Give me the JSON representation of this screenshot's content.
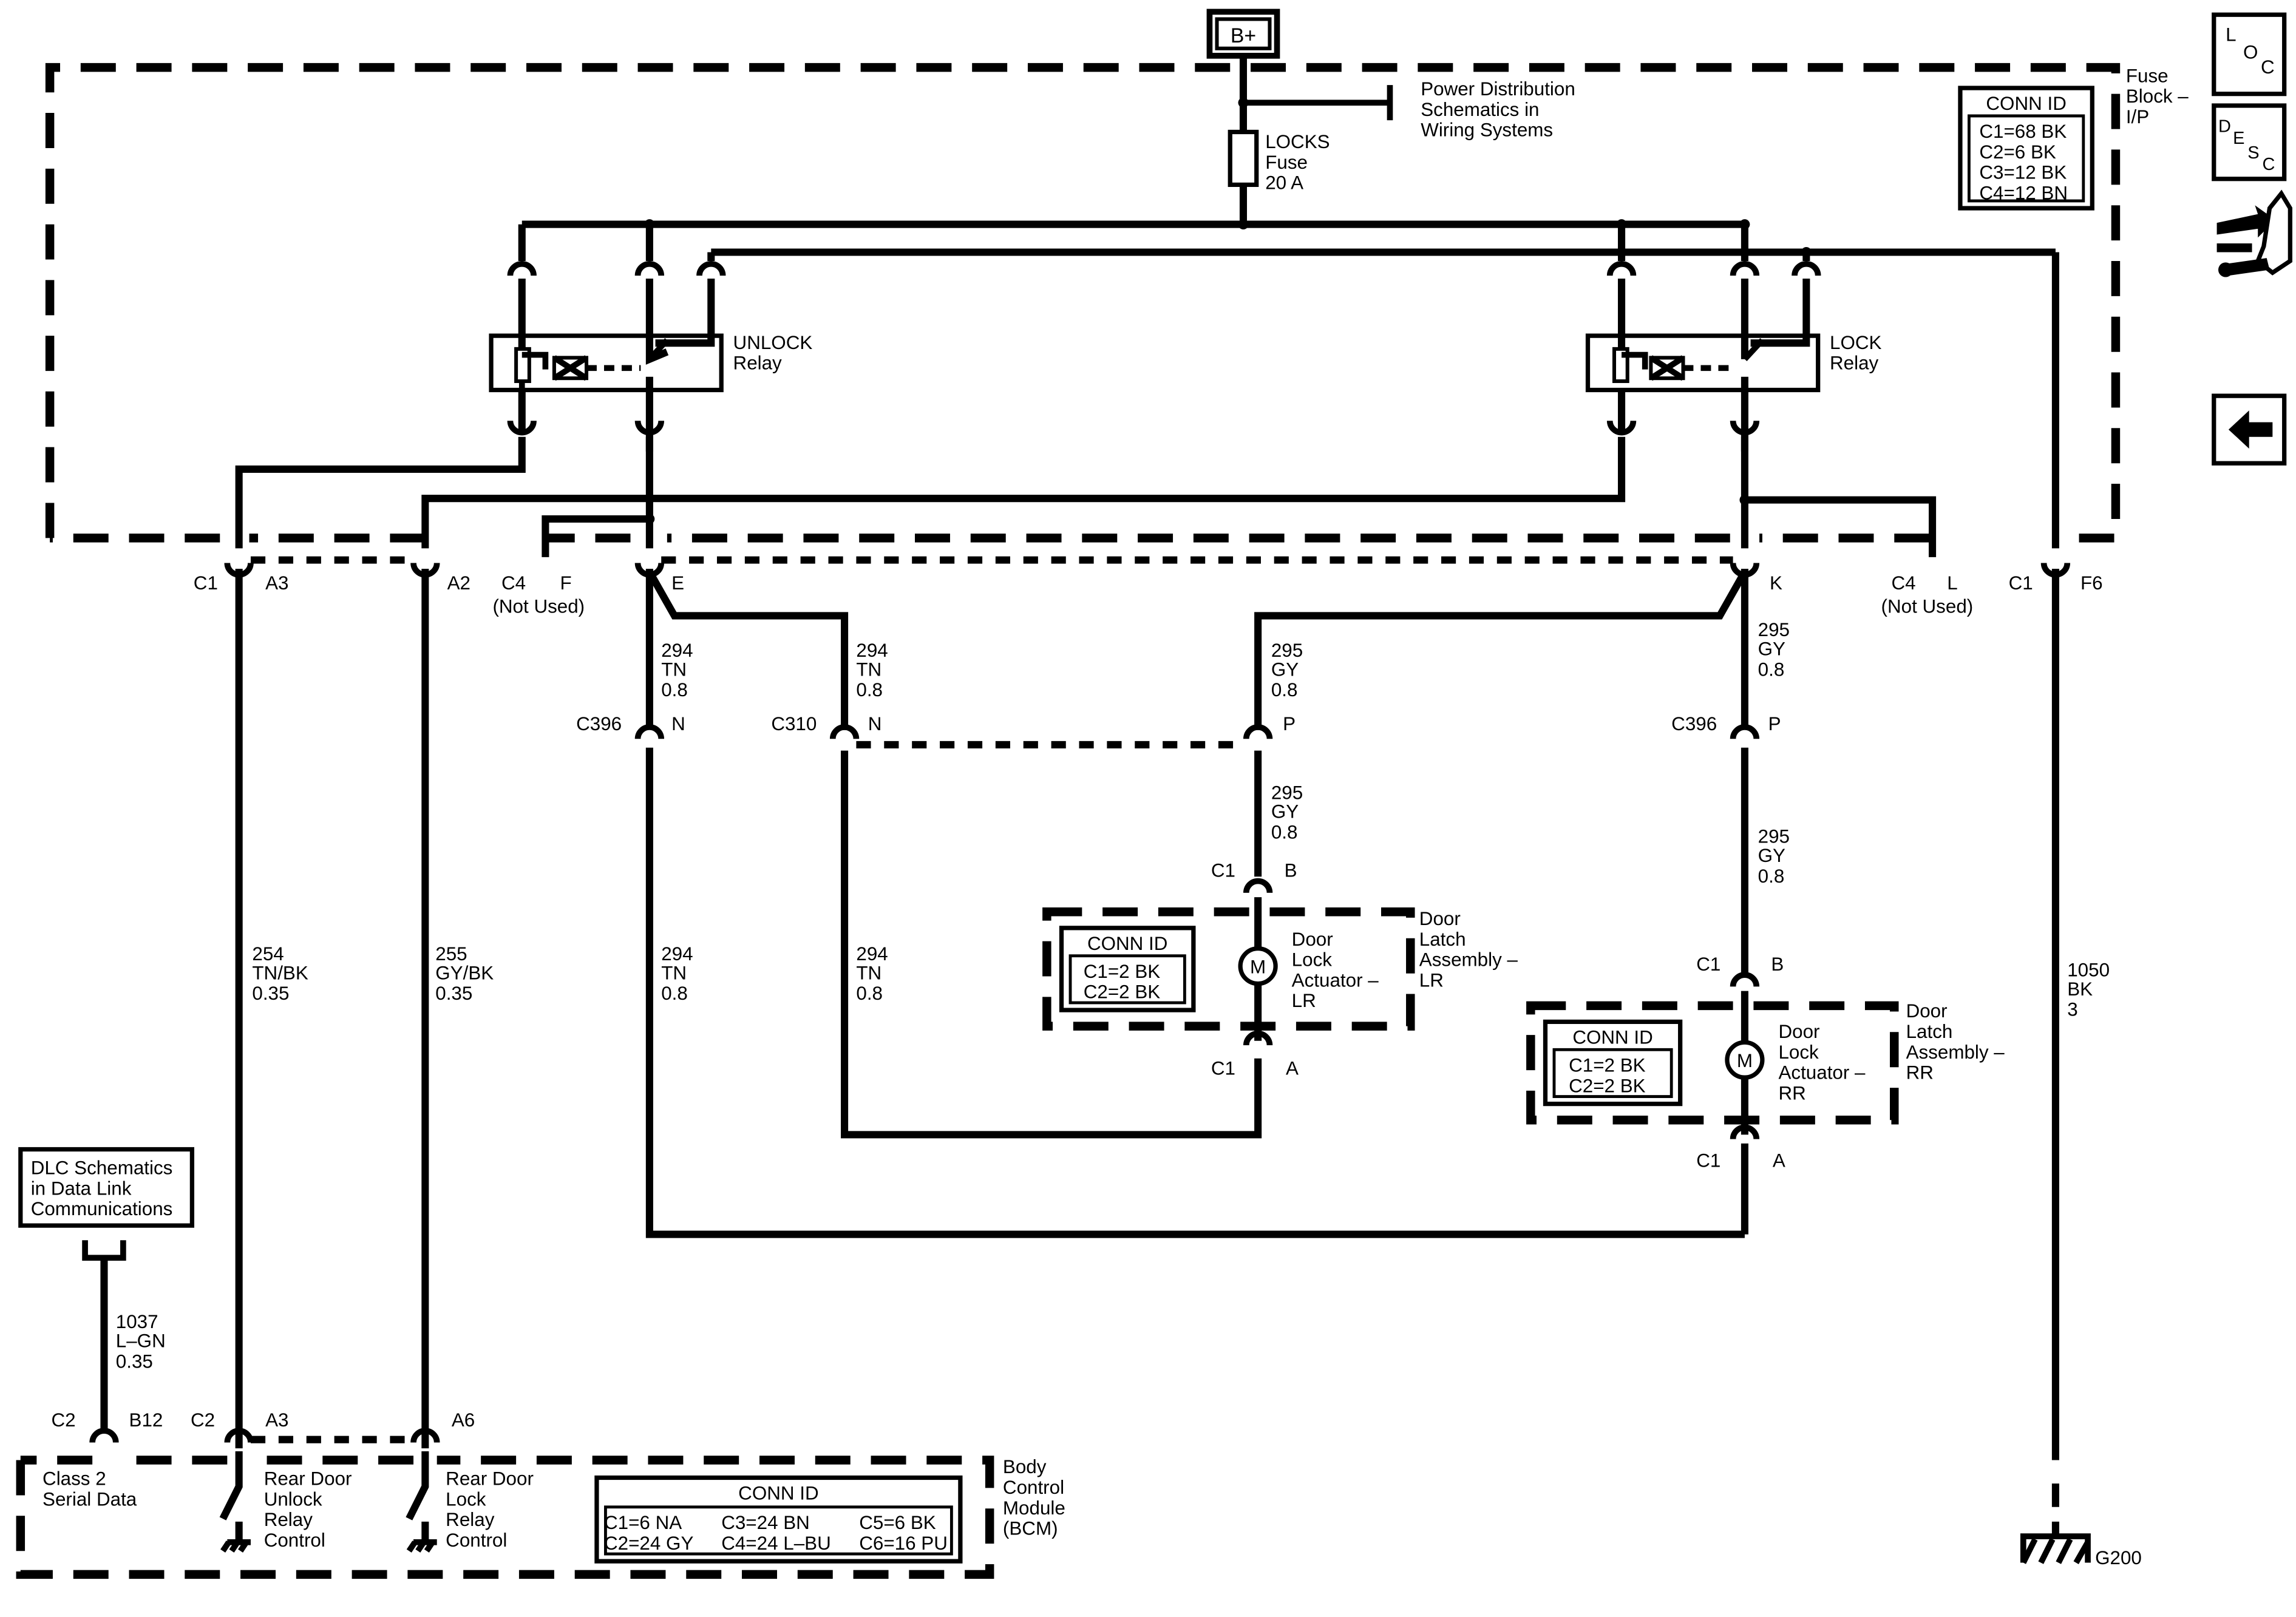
{
  "power": {
    "label": "B+"
  },
  "power_distribution": {
    "line1": "Power Distribution",
    "line2": "Schematics in",
    "line3": "Wiring Systems"
  },
  "fuse": {
    "line1": "LOCKS",
    "line2": "Fuse",
    "line3": "20 A"
  },
  "fuse_block": {
    "line1": "Fuse",
    "line2": "Block –",
    "line3": "I/P"
  },
  "fuse_block_conn": {
    "title": "CONN ID",
    "rows": [
      "C1=68 BK",
      "C2=6 BK",
      "C3=12 BK",
      "C4=12 BN"
    ]
  },
  "unlock_relay": {
    "line1": "UNLOCK",
    "line2": "Relay"
  },
  "lock_relay": {
    "line1": "LOCK",
    "line2": "Relay"
  },
  "fuse_block_pins": {
    "a3_conn": "C1",
    "a3_pin": "A3",
    "a2_pin": "A2",
    "c4f_conn": "C4",
    "c4f_pin": "F",
    "c4f_note": "(Not Used)",
    "e_pin": "E",
    "k_pin": "K",
    "c4l_conn": "C4",
    "c4l_pin": "L",
    "c4l_note": "(Not Used)",
    "f6_conn": "C1",
    "f6_pin": "F6"
  },
  "wires": {
    "w294_e": [
      "294",
      "TN",
      "0.8"
    ],
    "w294_c310": [
      "294",
      "TN",
      "0.8"
    ],
    "w295_lr_top": [
      "295",
      "GY",
      "0.8"
    ],
    "w295_k": [
      "295",
      "GY",
      "0.8"
    ],
    "w295_lr_mid": [
      "295",
      "GY",
      "0.8"
    ],
    "w295_rr_mid": [
      "295",
      "GY",
      "0.8"
    ],
    "w254": [
      "254",
      "TN/BK",
      "0.35"
    ],
    "w255": [
      "255",
      "GY/BK",
      "0.35"
    ],
    "w294_left": [
      "294",
      "TN",
      "0.8"
    ],
    "w294_right": [
      "294",
      "TN",
      "0.8"
    ],
    "w1050": [
      "1050",
      "BK",
      "3"
    ],
    "w1037": [
      "1037",
      "L–GN",
      "0.35"
    ]
  },
  "inline_connectors": {
    "c396_left": "C396",
    "c396_left_pin": "N",
    "c310": "C310",
    "c310_pin_n": "N",
    "c310_pin_p": "P",
    "c396_right": "C396",
    "c396_right_pin": "P"
  },
  "door_lr": {
    "conn_top": "C1",
    "pin_top": "B",
    "conn_bot": "C1",
    "pin_bot": "A",
    "motor": "M",
    "actuator": [
      "Door",
      "Lock",
      "Actuator –",
      "LR"
    ],
    "assembly": [
      "Door",
      "Latch",
      "Assembly –",
      "LR"
    ],
    "conn_title": "CONN ID",
    "conn_rows": [
      "C1=2 BK",
      "C2=2 BK"
    ]
  },
  "door_rr": {
    "conn_top": "C1",
    "pin_top": "B",
    "conn_bot": "C1",
    "pin_bot": "A",
    "motor": "M",
    "actuator": [
      "Door",
      "Lock",
      "Actuator –",
      "RR"
    ],
    "assembly": [
      "Door",
      "Latch",
      "Assembly –",
      "RR"
    ],
    "conn_title": "CONN ID",
    "conn_rows": [
      "C1=2 BK",
      "C2=2 BK"
    ]
  },
  "dlc": {
    "lines": [
      "DLC Schematics",
      "in Data Link",
      "Communications"
    ]
  },
  "bcm": {
    "c2_b12_conn": "C2",
    "c2_b12_pin": "B12",
    "c2_a3_conn": "C2",
    "c2_a3_pin": "A3",
    "a6_pin": "A6",
    "serial": [
      "Class 2",
      "Serial Data"
    ],
    "unlock_ctrl": [
      "Rear Door",
      "Unlock",
      "Relay",
      "Control"
    ],
    "lock_ctrl": [
      "Rear Door",
      "Lock",
      "Relay",
      "Control"
    ],
    "name": [
      "Body",
      "Control",
      "Module",
      "(BCM)"
    ],
    "conn_title": "CONN ID",
    "conn_rows": [
      [
        "C1=6 NA",
        "C3=24 BN",
        "C5=6 BK"
      ],
      [
        "C2=24 GY",
        "C4=24 L–BU",
        "C6=16 PU"
      ]
    ]
  },
  "ground": {
    "label": "G200"
  },
  "nav": {
    "loc": [
      "L",
      "O",
      "C"
    ],
    "desc": [
      "D",
      "E",
      "S",
      "C"
    ]
  }
}
